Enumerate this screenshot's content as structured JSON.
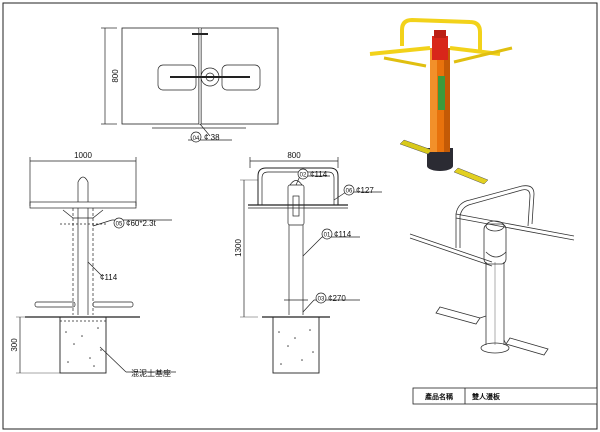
{
  "top_view": {
    "dim_800": "800",
    "callout_04": {
      "num": "04",
      "text": "¢ 38"
    }
  },
  "front_view": {
    "dim_1000": "1000",
    "dim_300": "300",
    "callout_05": {
      "num": "05",
      "text": "¢60*2.3t"
    },
    "callout_114": "¢114",
    "foundation_label": "混泥土基座"
  },
  "side_view": {
    "dim_800": "800",
    "dim_1300": "1300",
    "callout_02": {
      "num": "02",
      "text": "¢114"
    },
    "callout_06": {
      "num": "06",
      "text": "¢127"
    },
    "callout_01": {
      "num": "01",
      "text": "¢114"
    },
    "callout_03": {
      "num": "03",
      "text": "¢270"
    }
  },
  "title_block": {
    "product_name_label": "產品名稱",
    "product_name_value": "雙人漫板"
  },
  "colors": {
    "frame_yellow": "#f2d21a",
    "post_orange": "#e8720c",
    "post_red": "#d8261a",
    "base_dark": "#2b2b33",
    "pedal_gray": "#888888"
  }
}
